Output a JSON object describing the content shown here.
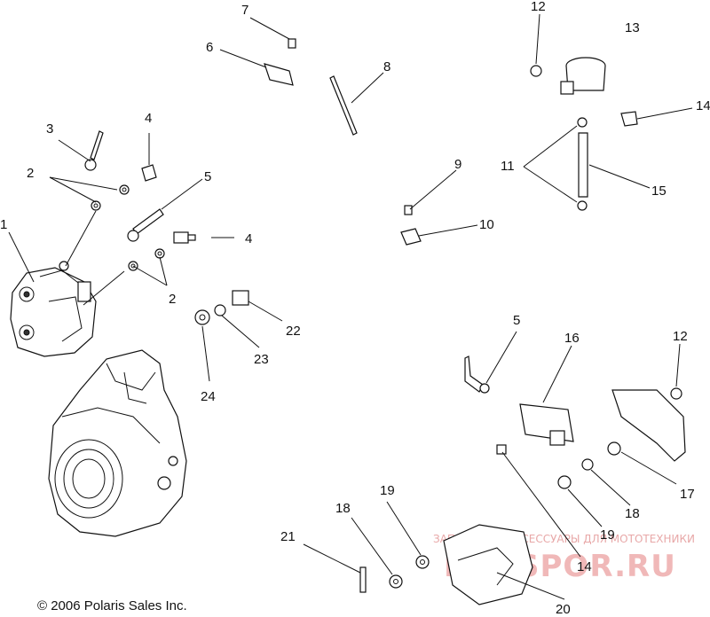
{
  "callouts": [
    "1",
    "2",
    "2",
    "3",
    "4",
    "4",
    "5",
    "5",
    "6",
    "7",
    "8",
    "9",
    "10",
    "11",
    "12",
    "12",
    "13",
    "14",
    "14",
    "15",
    "16",
    "17",
    "18",
    "18",
    "19",
    "19",
    "20",
    "21",
    "22",
    "23",
    "24"
  ],
  "copyright": "© 2006 Polaris Sales Inc.",
  "watermark": {
    "tagline": "ЗАПЧАСТИ И АКСЕССУАРЫ ДЛЯ МОТОТЕХНИКИ",
    "logo": "PROSPOR.RU"
  }
}
